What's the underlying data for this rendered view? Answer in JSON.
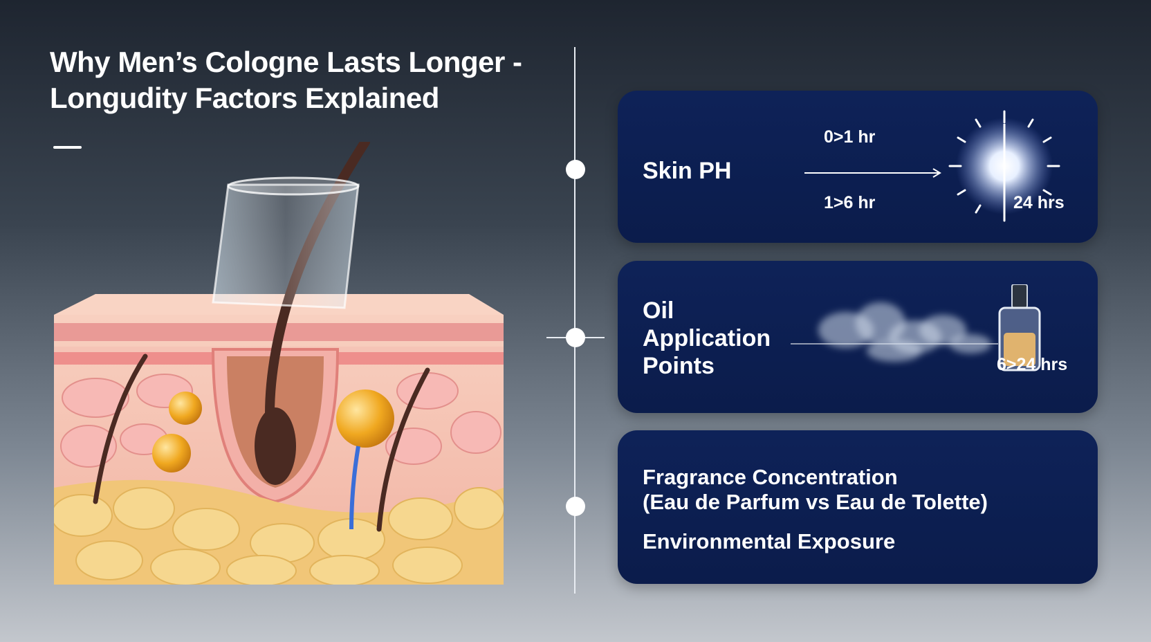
{
  "title": "Why Men’s Cologne Lasts Longer - Longudity Factors Explained",
  "cards": [
    {
      "title": "Skin PH",
      "label_top": "0>1 hr",
      "label_bottom": "1>6 hr",
      "duration": "24 hrs",
      "icon": "clock-burst-icon"
    },
    {
      "title": "Oil Application Points",
      "duration": "6>24 hrs",
      "icon": "perfume-bottle-icon"
    },
    {
      "line1": "Fragrance Concentration",
      "line2": "(Eau de Parfum vs Eau de Tolette)",
      "line3": "Environmental Exposure"
    }
  ],
  "colors": {
    "card": "#0d2055",
    "skin_top": "#f6c9b8",
    "fat": "#f4cf86",
    "hair": "#4a2a22",
    "oil": "#f0a820"
  }
}
